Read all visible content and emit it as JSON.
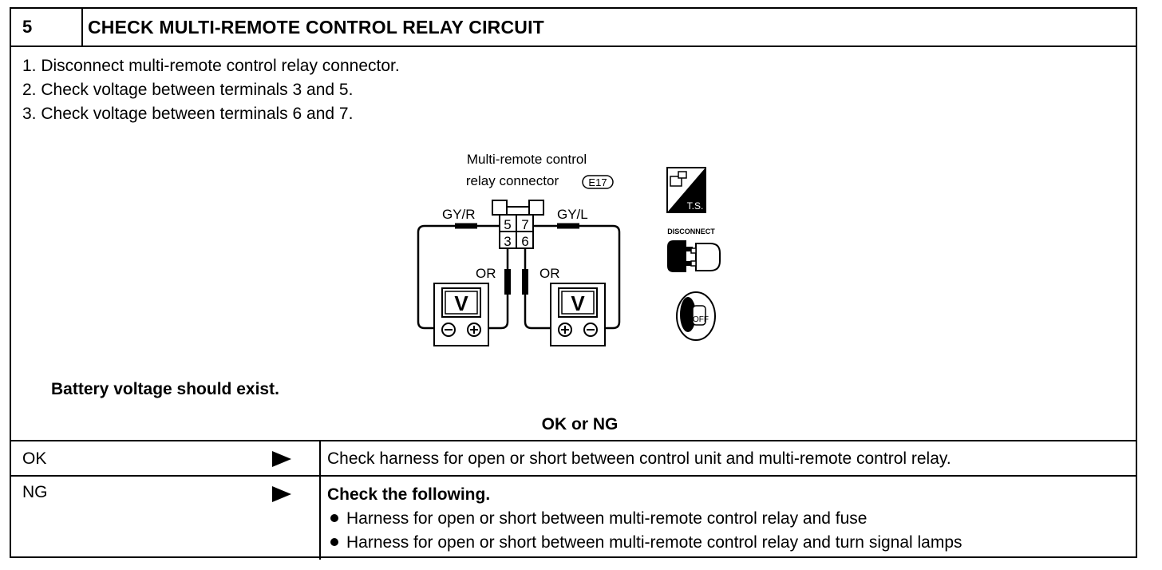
{
  "header": {
    "number": "5",
    "title": "CHECK MULTI-REMOTE CONTROL RELAY CIRCUIT"
  },
  "steps": [
    "1.  Disconnect multi-remote control relay connector.",
    "2.  Check voltage between terminals 3 and 5.",
    "3.  Check voltage between terminals 6 and 7."
  ],
  "diagram": {
    "connector_label_1": "Multi-remote control",
    "connector_label_2": "relay connector",
    "connector_id": "E17",
    "wire_left": "GY/R",
    "wire_right": "GY/L",
    "lead_left": "OR",
    "lead_right": "OR",
    "terminals": [
      "5",
      "7",
      "3",
      "6"
    ],
    "meter_symbol": "V",
    "icon_ts_label": "T.S.",
    "icon_disconnect_label": "DISCONNECT",
    "icon_off_label": "OFF"
  },
  "result": "Battery voltage should exist.",
  "ok_or_ng": "OK or NG",
  "outcomes": {
    "ok": {
      "label": "OK",
      "action": "Check harness for open or short between control unit and multi-remote control relay."
    },
    "ng": {
      "label": "NG",
      "action_title": "Check the following.",
      "items": [
        "Harness for open or short between multi-remote control relay and fuse",
        "Harness for open or short between multi-remote control relay and turn signal lamps"
      ]
    }
  }
}
